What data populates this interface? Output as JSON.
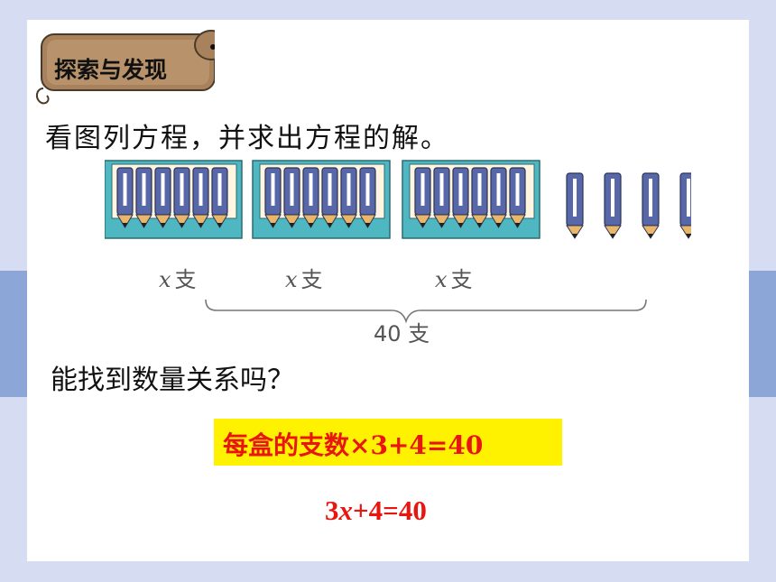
{
  "section_tag": "探索与发现",
  "instruction": "看图列方程，并求出方程的解。",
  "figure": {
    "box_labels": [
      {
        "variable": "x",
        "unit": "支"
      },
      {
        "variable": "x",
        "unit": "支"
      },
      {
        "variable": "x",
        "unit": "支"
      }
    ],
    "total_label": "40 支",
    "boxes": 3,
    "pencils_per_box_shown": 6,
    "loose_pencils": 4
  },
  "question": "能找到数量关系吗？",
  "relation": "每盒的支数×3+4=40",
  "equation": {
    "prefix": "3",
    "variable": "x",
    "suffix": "+4=40"
  },
  "colors": {
    "background": "#d6dcf1",
    "side_band": "#8da6d8",
    "highlight": "#fff200",
    "accent_red": "#e8160f",
    "tag_fill": "#a8825c",
    "box_fill": "#4eb7c1",
    "pencil_body": "#5767a8"
  }
}
